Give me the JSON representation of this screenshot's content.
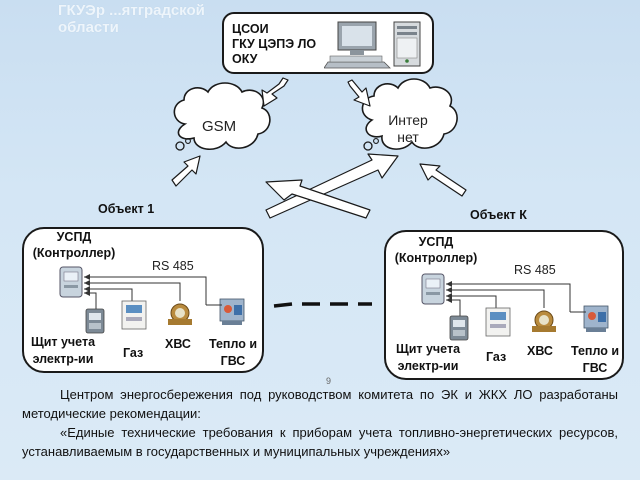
{
  "header": {
    "faded_title": "ГКУЭр ...ятградской области"
  },
  "center": {
    "lines": [
      "ЦСОИ",
      "ГКУ ЦЭПЭ ЛО",
      "ОКУ"
    ]
  },
  "clouds": {
    "gsm": "GSM",
    "internet_line1": "Интер",
    "internet_line2": "нет"
  },
  "object_left": {
    "title": "Объект 1",
    "uspd_line1": "УСПД",
    "uspd_line2": "(Контроллер)",
    "bus": "RS 485",
    "meters": {
      "electric_line1": "Щит учета",
      "electric_line2": "электр-ии",
      "gas": "Газ",
      "cold_water": "ХВС",
      "heat_line1": "Тепло и",
      "heat_line2": "ГВС"
    }
  },
  "object_right": {
    "title": "Объект К",
    "uspd_line1": "УСПД",
    "uspd_line2": "(Контроллер)",
    "bus": "RS 485",
    "meters": {
      "electric_line1": "Щит учета",
      "electric_line2": "электр-ии",
      "gas": "Газ",
      "cold_water": "ХВС",
      "heat_line1": "Тепло и",
      "heat_line2": "ГВС"
    }
  },
  "page_number": "9",
  "footer": {
    "para1": "Центром энергосбережения под руководством комитета по ЭК и ЖКХ ЛО разработаны методические рекомендации:",
    "para2": "«Единые технические требования к приборам учета топливно-энергетических ресурсов, устанавливаемым в государственных и муниципальных учреждениях»"
  }
}
